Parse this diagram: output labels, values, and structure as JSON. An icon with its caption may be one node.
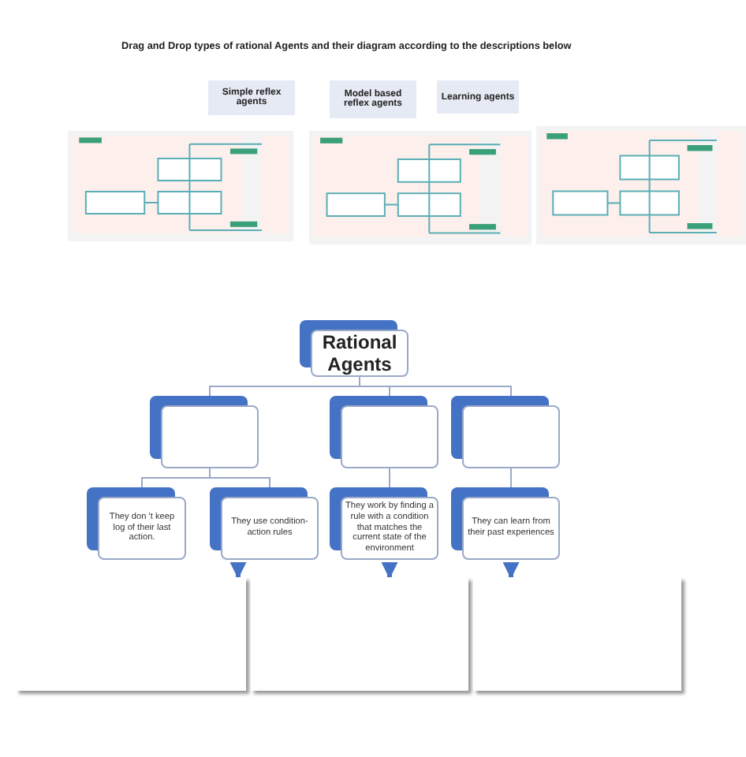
{
  "diagram": {
    "title": "Drag and Drop types of rational Agents and their diagram according to the descriptions below",
    "nodes": [
      {
        "text": [
          "Simple reflex agents"
        ]
      },
      {
        "text": [
          "Model based reflex agents"
        ]
      },
      {
        "text": [
          "Learning agents"
        ]
      },
      {
        "text": [],
        "shape": "picture"
      },
      {
        "text": [],
        "shape": "picture"
      },
      {
        "text": [],
        "shape": "picture"
      },
      {
        "text": [
          "Rational Agents"
        ]
      },
      {
        "text": [],
        "shape": "box"
      },
      {
        "text": [],
        "shape": "box"
      },
      {
        "text": [],
        "shape": "box"
      },
      {
        "text": [
          "They don 't keep log of their last action."
        ]
      },
      {
        "text": [
          "They use condition-action rules"
        ]
      },
      {
        "text": [
          "They work by finding a rule with a condition that matches the current state of the environment"
        ]
      },
      {
        "text": [
          "They can learn from their past experiences"
        ]
      },
      {
        "text": [],
        "shape": "box"
      },
      {
        "text": [],
        "shape": "box"
      },
      {
        "text": [],
        "shape": "box"
      }
    ],
    "edges": [
      {
        "from": 6,
        "to": 7,
        "arrow": "none"
      },
      {
        "from": 6,
        "to": 8,
        "arrow": "none"
      },
      {
        "from": 6,
        "to": 9,
        "arrow": "none"
      },
      {
        "from": 7,
        "to": 10,
        "arrow": "none"
      },
      {
        "from": 7,
        "to": 11,
        "arrow": "none"
      },
      {
        "from": 8,
        "to": 12,
        "arrow": "none"
      },
      {
        "from": 9,
        "to": 13,
        "arrow": "none"
      },
      {
        "from": 11,
        "to": 14,
        "arrow": "to",
        "style": "thick",
        "color": "#4472c4"
      },
      {
        "from": 12,
        "to": 15,
        "arrow": "to",
        "style": "thick",
        "color": "#4472c4"
      },
      {
        "from": 13,
        "to": 16,
        "arrow": "to",
        "style": "thick",
        "color": "#4472c4"
      }
    ]
  }
}
